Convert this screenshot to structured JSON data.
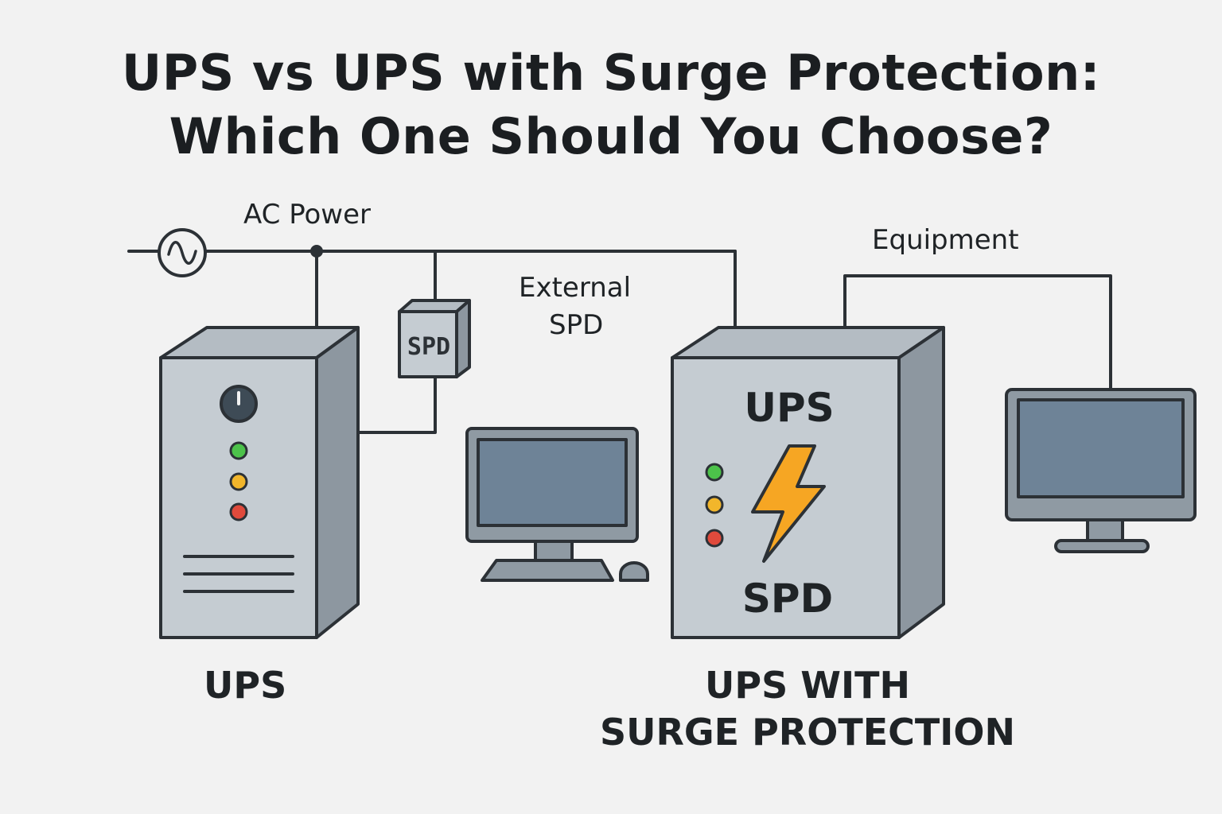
{
  "title": {
    "line1": "UPS vs UPS with Surge Protection:",
    "line2": "Which One Should You Choose?"
  },
  "labels": {
    "ac_power": "AC Power",
    "external_spd_line1": "External",
    "external_spd_line2": "SPD",
    "equipment": "Equipment",
    "spd_box": "SPD",
    "ups_caption": "UPS",
    "ups_surge_caption_line1": "UPS WITH",
    "ups_surge_caption_line2": "SURGE PROTECTION",
    "ups_surge_front_top": "UPS",
    "ups_surge_front_bottom": "SPD"
  },
  "icons": {
    "ac_source": "ac-sine-icon",
    "lightning": "lightning-bolt-icon",
    "dial": "dial-gauge-icon"
  },
  "colors": {
    "background": "#f2f2f2",
    "box_front": "#c5ccd2",
    "box_side": "#8d97a0",
    "box_top": "#b4bcc3",
    "screen": "#6e8397",
    "bezel": "#8f9aa3",
    "outline": "#2c3136",
    "led_green": "#4cc24a",
    "led_yellow": "#f2b62b",
    "led_red": "#e04a3c",
    "bolt": "#f6a623"
  }
}
